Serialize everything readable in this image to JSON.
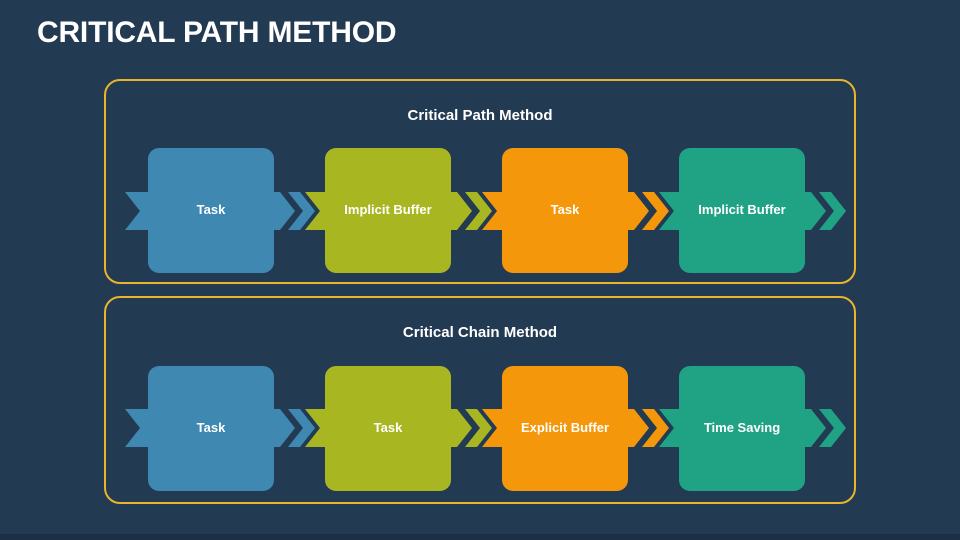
{
  "slide": {
    "title": "CRITICAL PATH METHOD"
  },
  "colors": {
    "background": "#233A53",
    "panel_border": "#EAB52A",
    "text": "#FFFFFF",
    "blue": "#3E88B1",
    "green": "#A8B622",
    "orange": "#F4970A",
    "teal": "#20A385",
    "bottom_edge": "#1C2F44"
  },
  "icons": {
    "flow_arrow": "ribbon-arrow-right"
  },
  "panels": [
    {
      "title": "Critical Path Method",
      "steps": [
        {
          "label": "Task",
          "color": "blue"
        },
        {
          "label": "Implicit Buffer",
          "color": "green"
        },
        {
          "label": "Task",
          "color": "orange"
        },
        {
          "label": "Implicit Buffer",
          "color": "teal"
        }
      ]
    },
    {
      "title": "Critical Chain Method",
      "steps": [
        {
          "label": "Task",
          "color": "blue"
        },
        {
          "label": "Task",
          "color": "green"
        },
        {
          "label": "Explicit Buffer",
          "color": "orange"
        },
        {
          "label": "Time Saving",
          "color": "teal"
        }
      ]
    }
  ]
}
